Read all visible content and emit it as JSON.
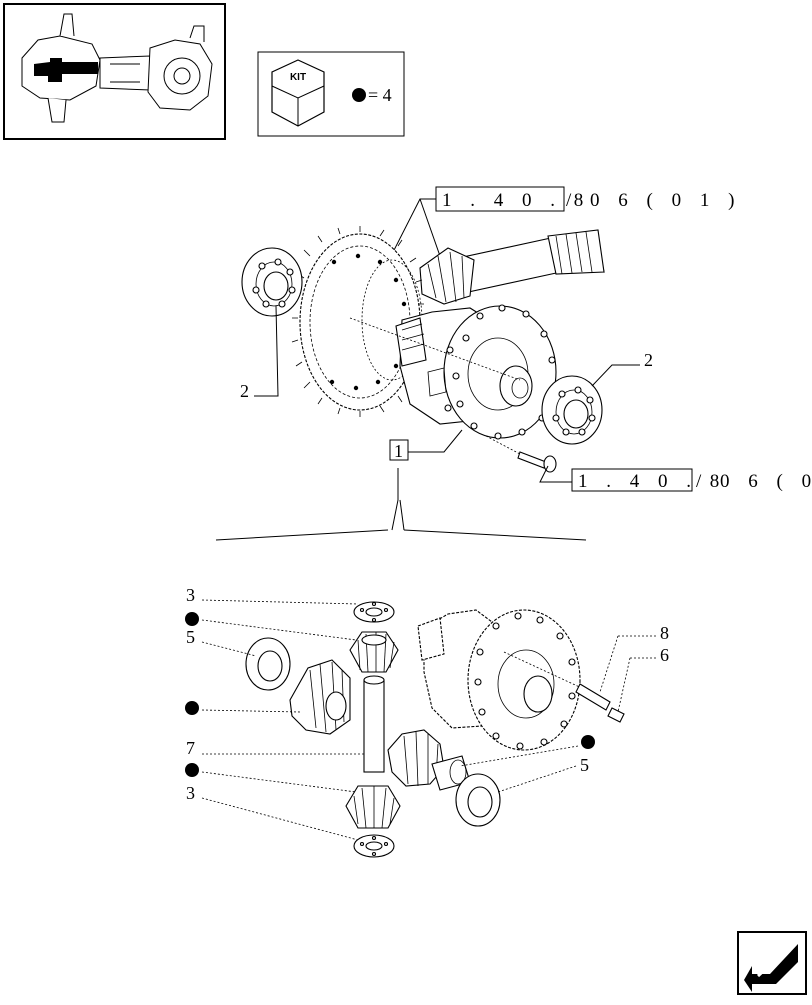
{
  "header": {
    "kit_box": {
      "kit_label": "KIT",
      "quantity_label": "= 4"
    }
  },
  "references": {
    "top": {
      "boxed": "1 . 4 0 . 8",
      "suffix": "/ 0 6   ( 0 1 )"
    },
    "bottom": {
      "boxed": "1 . 4 0 . 8",
      "suffix": "/ 0 6   ( 0"
    }
  },
  "callouts": {
    "item_1": "1",
    "item_2_left": "2",
    "item_2_right": "2",
    "item_3_top": "3",
    "item_3_bottom": "3",
    "item_5_left": "5",
    "item_5_right": "5",
    "item_6": "6",
    "item_7": "7",
    "item_8": "8"
  },
  "icons": {
    "thumbnail": "axle-assembly-thumbnail",
    "kit": "kit-cube-icon",
    "kit_marker": "filled-circle",
    "navigation": "next-page-arrow-icon"
  }
}
